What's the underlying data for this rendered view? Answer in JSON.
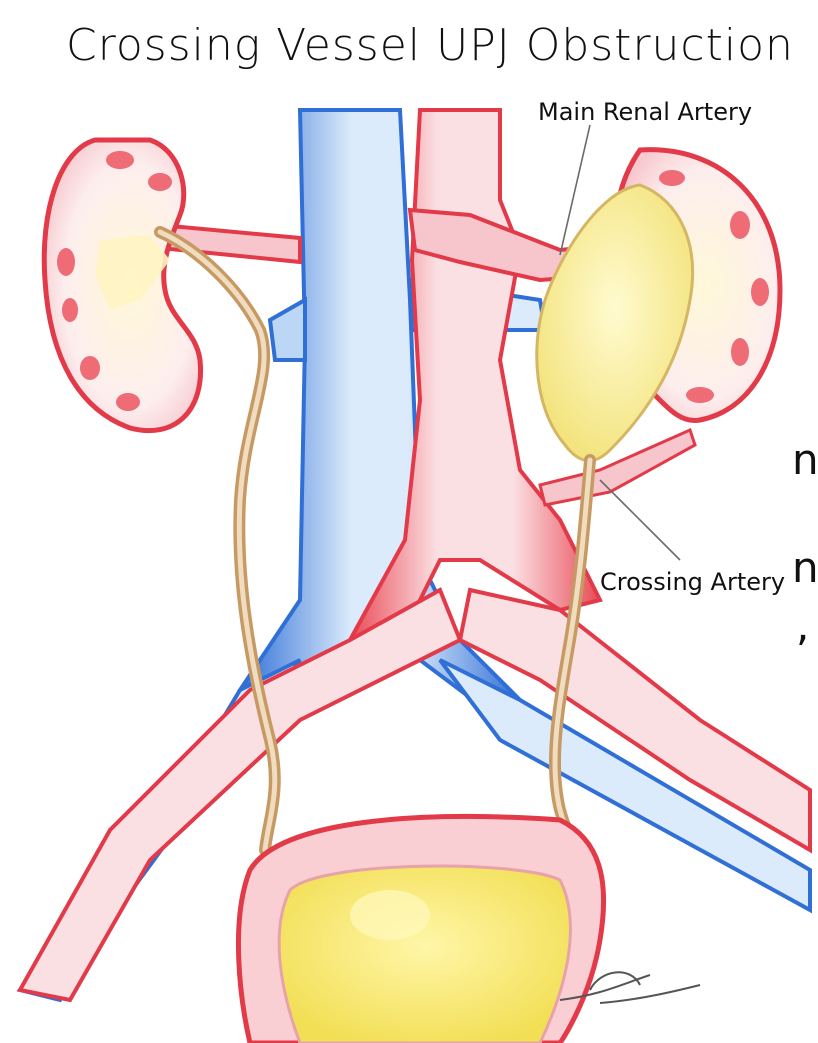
{
  "title": "Crossing Vessel UPJ Obstruction",
  "labels": {
    "main_renal_artery": "Main Renal Artery",
    "crossing_artery": "Crossing Artery"
  },
  "edge_fragments": [
    "n",
    "n",
    ","
  ],
  "colors": {
    "artery_red": "#e23a48",
    "artery_fill": "#f6c6cc",
    "vein_blue": "#2f6fd6",
    "vein_fill": "#bcd6f5",
    "urine_yellow": "#f6ec8a",
    "ureter_tan": "#d9b07a",
    "ink": "#111111"
  }
}
